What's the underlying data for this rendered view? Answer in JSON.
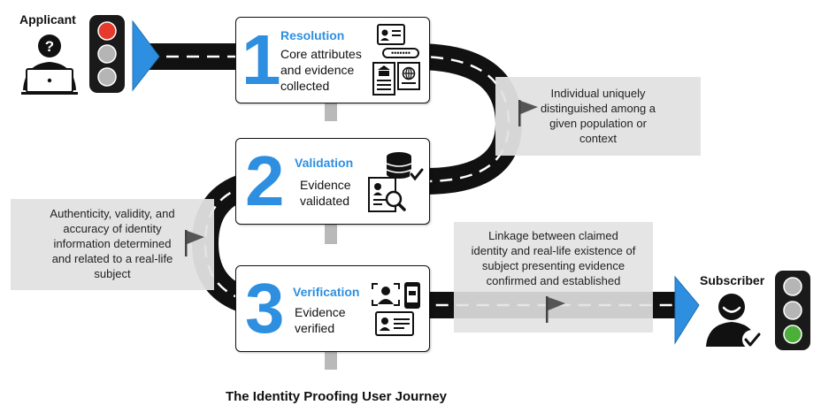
{
  "actors": {
    "start": "Applicant",
    "end": "Subscriber"
  },
  "steps": [
    {
      "number": "1",
      "title": "Resolution",
      "description": [
        "Core attributes",
        "and evidence",
        "collected"
      ]
    },
    {
      "number": "2",
      "title": "Validation",
      "description": [
        "Evidence",
        "validated"
      ]
    },
    {
      "number": "3",
      "title": "Verification",
      "description": [
        "Evidence",
        "verified"
      ]
    }
  ],
  "milestones": [
    {
      "lines": [
        "Individual uniquely",
        "distinguished among a",
        "given population or",
        "context"
      ]
    },
    {
      "lines": [
        "Authenticity, validity, and",
        "accuracy of identity",
        "information determined",
        "and related to a real-life",
        "subject"
      ]
    },
    {
      "lines": [
        "Linkage between claimed",
        "identity and real-life existence of",
        "subject presenting evidence",
        "confirmed and established"
      ]
    }
  ],
  "caption": "The Identity Proofing User Journey",
  "colors": {
    "accent": "#2e8fe0",
    "road": "#111111",
    "light_red": "#e53a2c",
    "light_green": "#4caf3a",
    "light_off": "#b5b5b5",
    "note_bg": "#e0e0e0"
  },
  "icons": [
    "applicant-icon",
    "traffic-light-red-icon",
    "traffic-light-green-icon",
    "id-card-icon",
    "passport-icon",
    "document-icon",
    "database-check-icon",
    "search-document-icon",
    "face-scan-icon",
    "phone-icon",
    "subscriber-check-icon",
    "flag-icon"
  ]
}
